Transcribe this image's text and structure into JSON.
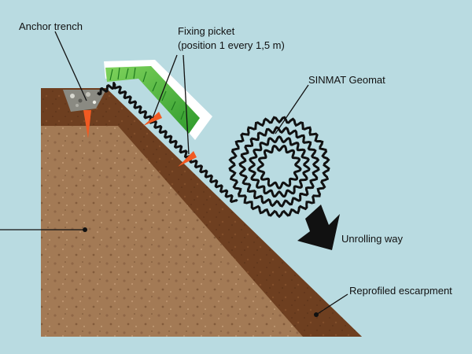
{
  "labels": {
    "anchor_trench": "Anchor trench",
    "fixing_picket_line1": "Fixing picket",
    "fixing_picket_line2": "(position 1 every 1,5 m)",
    "geomat": "SINMAT Geomat",
    "unrolling_way": "Unrolling way",
    "reprofiled_escarpment": "Reprofiled escarpment"
  },
  "colors": {
    "background": "#b9dbe1",
    "ground": "#a37a55",
    "topsoil": "#6e3f20",
    "grass": "#3fae3a",
    "picket": "#f15a22",
    "geomat_line": "#111111",
    "gravel": "#8a8a82"
  },
  "icons": {
    "unrolling_arrow": "arrow-down-right-icon",
    "geomat_roll": "coiled-geomat-icon"
  }
}
